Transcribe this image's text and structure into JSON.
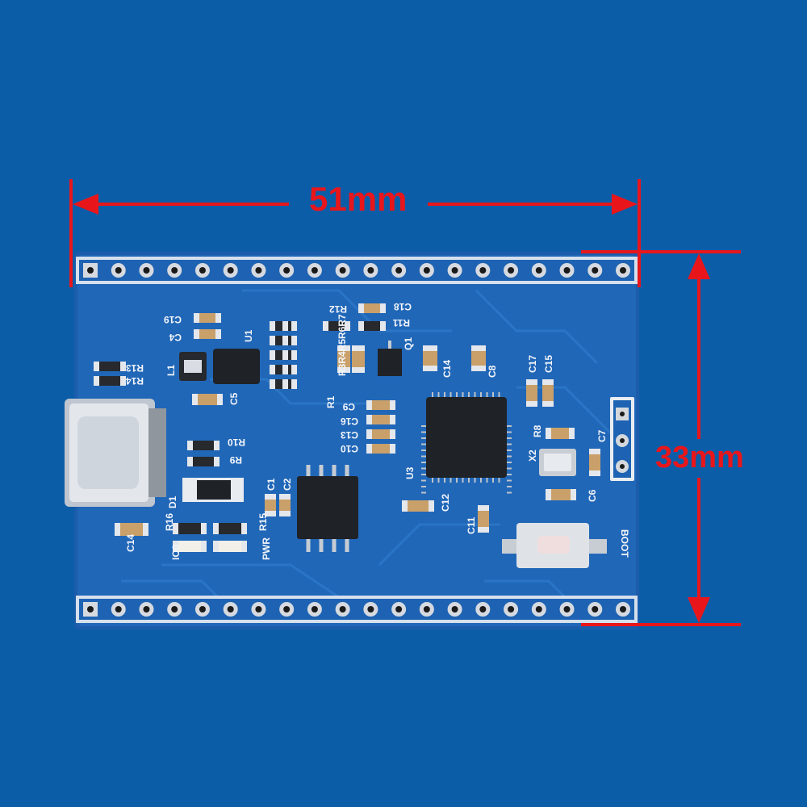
{
  "dimensions": {
    "width_label": "51mm",
    "height_label": "33mm"
  },
  "board": {
    "button_label": "BOOT",
    "pin_header_top_count": 20,
    "pin_header_bottom_count": 20,
    "side_header_count": 3,
    "chips": {
      "mcu": "U3",
      "crystal": "X2",
      "regulator": "U1"
    },
    "silkscreen": [
      "C19",
      "C4",
      "R12",
      "C18",
      "R11",
      "R3R4R5R6R7",
      "Q1",
      "C14",
      "C8",
      "C17",
      "C15",
      "L1",
      "R13",
      "R14",
      "C5",
      "R1",
      "C9",
      "C16",
      "C13",
      "C10",
      "R10",
      "R9",
      "D1",
      "C1",
      "C2",
      "R15",
      "R16",
      "C12",
      "C11",
      "C6",
      "R8",
      "C7",
      "IO0",
      "PWR",
      "C14"
    ]
  },
  "colors": {
    "background": "#0c5da8",
    "pcb": "#1e63b3",
    "dimension": "#e8161b",
    "silkscreen": "#f4f6fa",
    "chip": "#1f2226"
  }
}
